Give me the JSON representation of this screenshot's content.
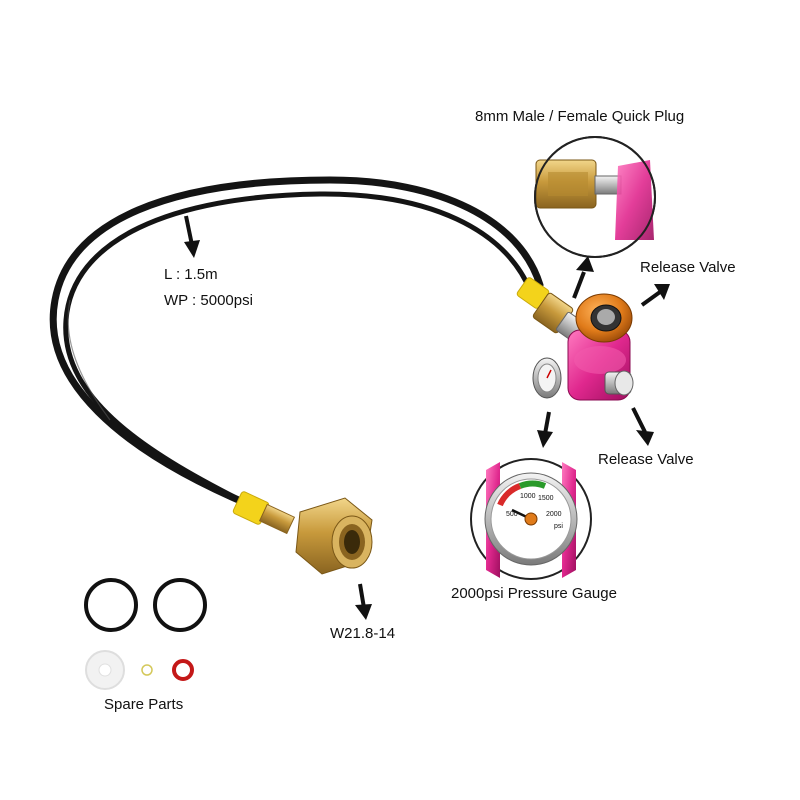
{
  "labels": {
    "hose_length": "L : 1.5m",
    "hose_pressure": "WP : 5000psi",
    "quick_plug": "8mm Male / Female Quick Plug",
    "release_valve_top": "Release Valve",
    "release_valve_bottom": "Release Valve",
    "pressure_gauge": "2000psi Pressure Gauge",
    "thread_spec": "W21.8-14",
    "spare_parts": "Spare Parts"
  },
  "gauge_scale": {
    "ticks": [
      "500",
      "1000",
      "1500",
      "2000"
    ],
    "unit": "psi"
  },
  "colors": {
    "hose": "#141414",
    "brass": "#c8a04a",
    "yellow_tape": "#f3d31b",
    "pink_block": "#e0288e",
    "orange_knob": "#e07b1a",
    "arrow": "#111111"
  }
}
